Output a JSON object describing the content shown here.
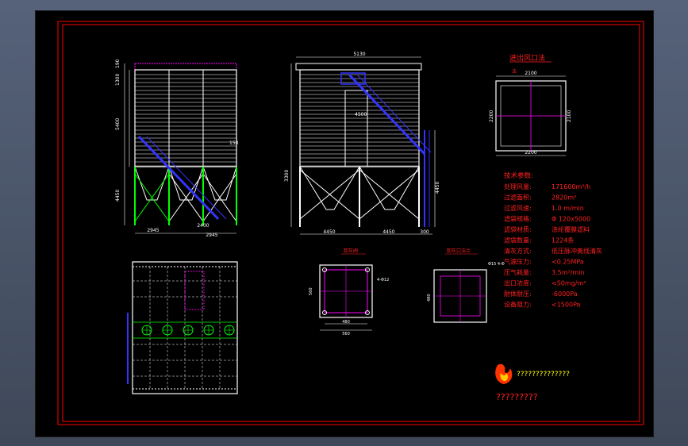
{
  "colors": {
    "frame": "#ff0000",
    "white": "#ffffff",
    "green": "#00ff00",
    "magenta": "#ff00ff",
    "blue": "#3333ff",
    "cyan": "#00ffff",
    "yellow": "#ffff00",
    "red": "#ff2020"
  },
  "drawing": {
    "front_view": {
      "dims_left": [
        "190",
        "1300",
        "5400",
        "4450"
      ],
      "dims_bottom": [
        "2945",
        "2945",
        "2400"
      ],
      "dim_mid": "150"
    },
    "side_view": {
      "dim_top": "5130",
      "dims_left": [
        "3300"
      ],
      "dims_bottom": [
        "4450",
        "4450",
        "300"
      ],
      "dims_right": [
        "4450"
      ],
      "dim_mid": "4500"
    },
    "inlet": {
      "title": "进出风口法",
      "top_label": "法",
      "dim_top": "2100",
      "dim_bottom": "2200",
      "dim_left": "2200",
      "dim_right": "2100"
    },
    "discharge": {
      "title": "卸灰阀",
      "dim_bottom_inner": "480",
      "dim_bottom_outer": "560",
      "dim_left": "560",
      "note": "4-Φ12"
    },
    "ash": {
      "title": "卸灰口法兰",
      "dim_left": "480",
      "dim_top": "Φ15 4-Φ"
    }
  },
  "specs": {
    "heading": "技术参数:",
    "rows": [
      {
        "label": "处理风量:",
        "value": "171600m³/h"
      },
      {
        "label": "过滤面积:",
        "value": "2820m²"
      },
      {
        "label": "过滤风速:",
        "value": "1.0 m/min"
      },
      {
        "label": "滤袋规格:",
        "value": "Φ 120x5000"
      },
      {
        "label": "滤袋材质:",
        "value": "涤纶覆膜滤料"
      },
      {
        "label": "滤袋数量:",
        "value": "1224条"
      },
      {
        "label": "清灰方式:",
        "value": "低压脉冲离线清灰"
      },
      {
        "label": "气源压力:",
        "value": "<0.25MPa"
      },
      {
        "label": "压气耗量:",
        "value": "3.5m³/min"
      },
      {
        "label": "出口浓度:",
        "value": "<50mg/m³"
      },
      {
        "label": "耐体耐压:",
        "value": "-6000Pa"
      },
      {
        "label": "设备阻力:",
        "value": "<1500Pa"
      }
    ]
  },
  "title_block": {
    "line1": "??????????????",
    "line2": "?????????"
  }
}
